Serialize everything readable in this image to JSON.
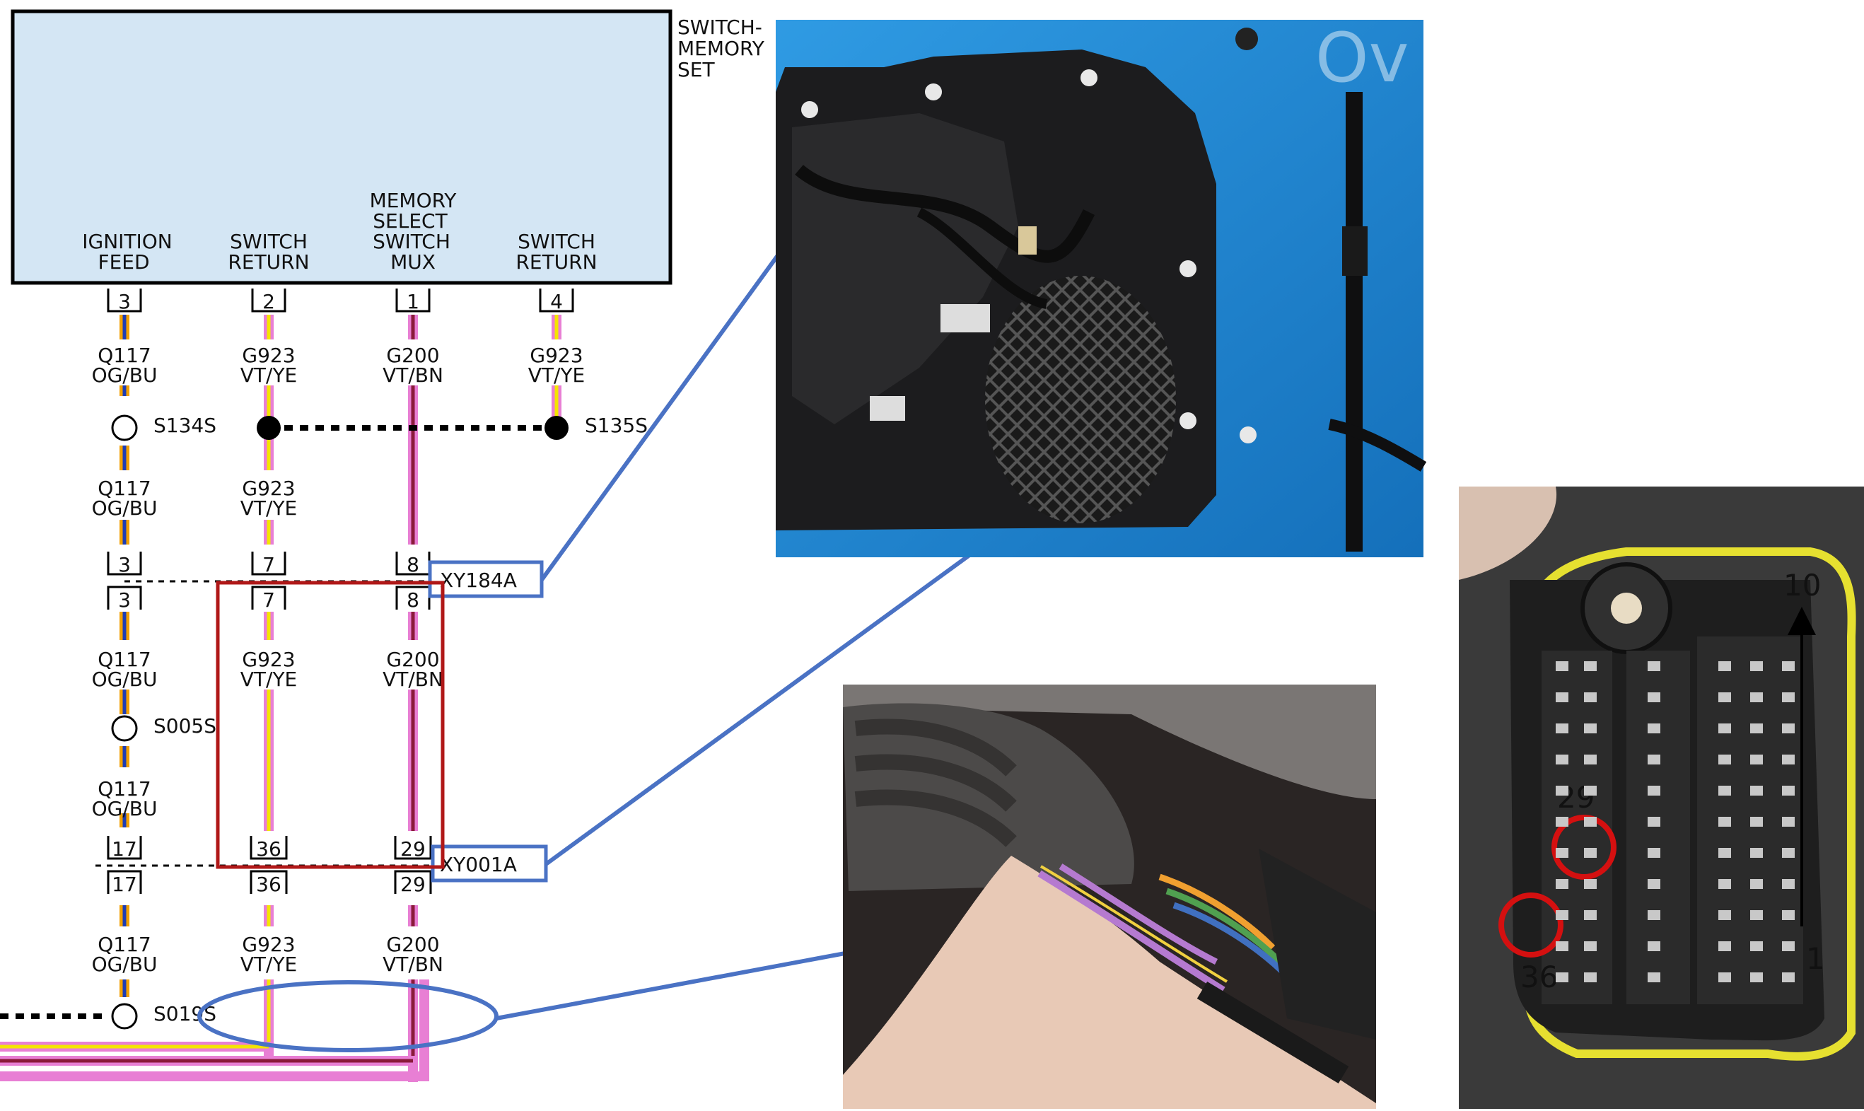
{
  "module": {
    "name": "SWITCH-MEMORY SET",
    "name_lines": [
      "SWITCH-",
      "MEMORY",
      "SET"
    ],
    "fill": "#d4e6f4",
    "columns": [
      {
        "lines": [
          "IGNITION",
          "FEED"
        ]
      },
      {
        "lines": [
          "SWITCH",
          "RETURN"
        ]
      },
      {
        "lines": [
          "MEMORY",
          "SELECT",
          "SWITCH",
          "MUX"
        ]
      },
      {
        "lines": [
          "SWITCH",
          "RETURN"
        ]
      }
    ],
    "pins": [
      "3",
      "2",
      "1",
      "4"
    ]
  },
  "wires": {
    "w1": {
      "circuit": "Q117",
      "color": "OG/BU"
    },
    "w2": {
      "circuit": "G923",
      "color": "VT/YE"
    },
    "w3": {
      "circuit": "G200",
      "color": "VT/BN"
    },
    "w4": {
      "circuit": "G923",
      "color": "VT/YE"
    }
  },
  "splices": {
    "s134": "S134S",
    "s135": "S135S",
    "s005": "S005S",
    "s019": "S019S"
  },
  "connectors": {
    "xy184a": {
      "label": "XY184A",
      "pins_top": [
        "3",
        "7",
        "8"
      ],
      "pins_bottom": [
        "3",
        "7",
        "8"
      ]
    },
    "xy001a": {
      "label": "XY001A",
      "pins_top": [
        "17",
        "36",
        "29"
      ],
      "pins_bottom": [
        "17",
        "36",
        "29"
      ]
    }
  },
  "photos": {
    "door_watermark": "Ov",
    "connector_numbers": {
      "top": "10",
      "bottom": "1",
      "pin_a": "29",
      "pin_b": "36"
    }
  },
  "colors": {
    "pink": "#e87fd4",
    "yellow": "#f5e400",
    "orange": "#f2a000",
    "blue": "#1e3db4",
    "brown": "#8a1a3a",
    "arrow": "#4a72c4",
    "highlight_red": "#b01818",
    "circle_red": "#d41010",
    "door_blue": "#1f8ad6"
  }
}
